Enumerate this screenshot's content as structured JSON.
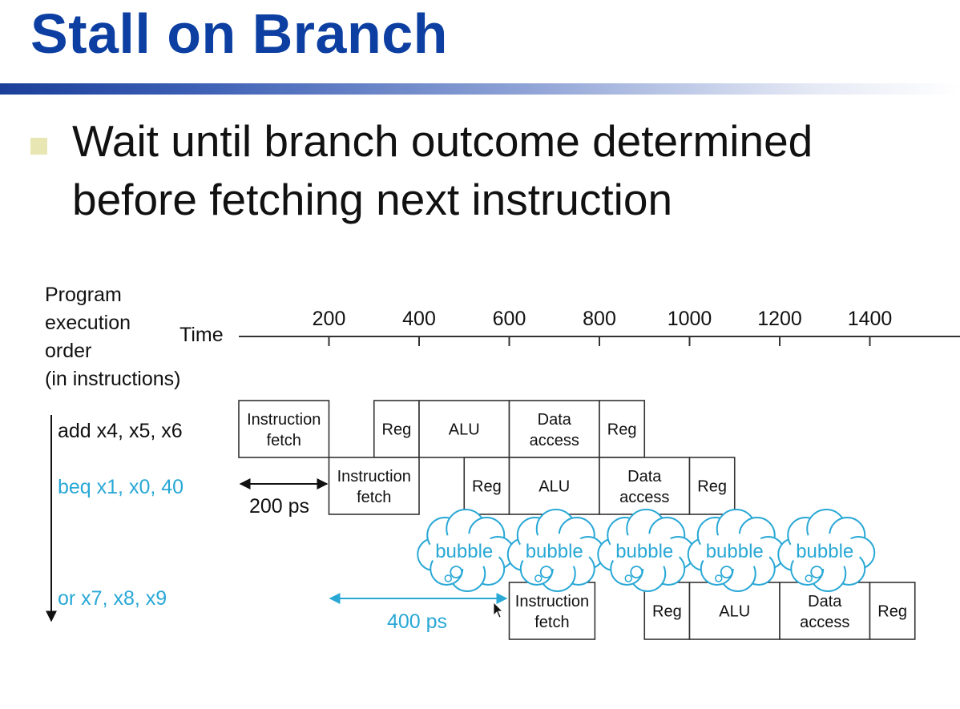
{
  "slide": {
    "title": "Stall on Branch",
    "bullet_lines": [
      "Wait until branch outcome determined",
      "before fetching next instruction"
    ]
  },
  "diagram": {
    "axis_label_lines": [
      "Program",
      "execution",
      "order",
      "(in instructions)"
    ],
    "time_label": "Time",
    "ticks": [
      200,
      400,
      600,
      800,
      1000,
      1200,
      1400
    ],
    "instructions": [
      {
        "text": "add x4, x5, x6",
        "color": "#111111",
        "stages": [
          {
            "lines": [
              "Instruction",
              "fetch"
            ]
          },
          {
            "lines": [
              "Reg"
            ]
          },
          {
            "lines": [
              "ALU"
            ]
          },
          {
            "lines": [
              "Data",
              "access"
            ]
          },
          {
            "lines": [
              "Reg"
            ]
          }
        ]
      },
      {
        "text": "beq x1, x0, 40",
        "color": "#29a8d6",
        "stages": [
          {
            "lines": [
              "Instruction",
              "fetch"
            ]
          },
          {
            "lines": [
              "Reg"
            ]
          },
          {
            "lines": [
              "ALU"
            ]
          },
          {
            "lines": [
              "Data",
              "access"
            ]
          },
          {
            "lines": [
              "Reg"
            ]
          }
        ]
      },
      {
        "text": "or x7, x8, x9",
        "color": "#29a8d6",
        "stages": [
          {
            "lines": [
              "Instruction",
              "fetch"
            ]
          },
          {
            "lines": [
              "Reg"
            ]
          },
          {
            "lines": [
              "ALU"
            ]
          },
          {
            "lines": [
              "Data",
              "access"
            ]
          },
          {
            "lines": [
              "Reg"
            ]
          }
        ]
      }
    ],
    "bubbles": [
      "bubble",
      "bubble",
      "bubble",
      "bubble",
      "bubble"
    ],
    "interval_labels": [
      {
        "text": "200 ps",
        "color": "#111111"
      },
      {
        "text": "400 ps",
        "color": "#29a8d6"
      }
    ],
    "colors": {
      "accent": "#29a8d6",
      "stroke": "#333333",
      "title": "#0c3fa1"
    }
  }
}
